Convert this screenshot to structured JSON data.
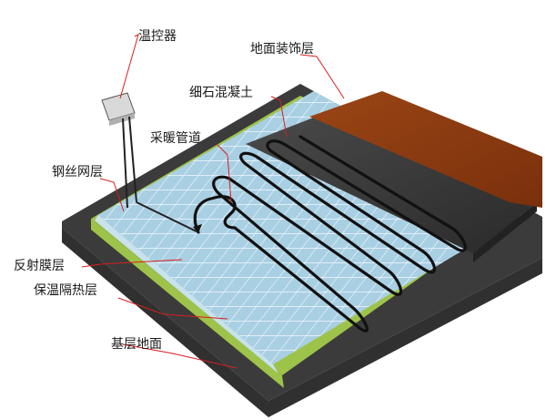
{
  "labels": {
    "thermostat": "温控器",
    "floor_finish": "地面装饰层",
    "fine_concrete": "细石混凝土",
    "heating_pipe": "采暖管道",
    "wire_mesh": "钢丝网层",
    "reflective_film": "反射膜层",
    "insulation": "保温隔热层",
    "base_floor": "基层地面"
  },
  "colors": {
    "leader_line": "#d81e1e",
    "floor_finish": "#8a3a12",
    "fine_concrete": "#3a3a3a",
    "wire_mesh": "#a6cce0",
    "mesh_grid": "#e8f4fb",
    "insulation": "#9ec34a",
    "base_floor": "#3b3b3b",
    "pipe": "#111111"
  }
}
